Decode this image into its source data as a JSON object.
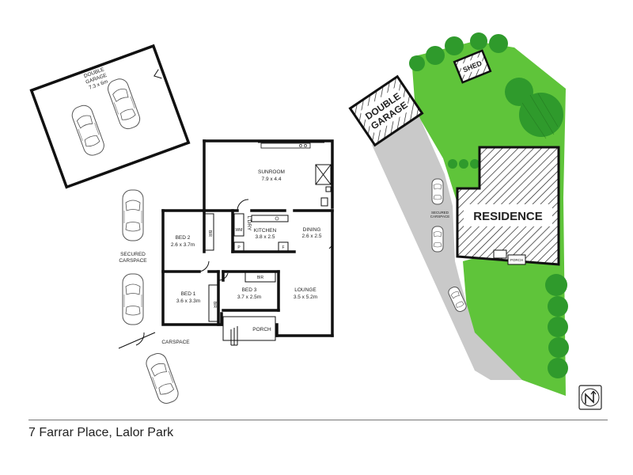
{
  "address": "7 Farrar Place, Lalor Park",
  "floorplan": {
    "garage": {
      "name": "DOUBLE\nGARAGE",
      "line1": "DOUBLE",
      "line2": "GARAGE",
      "size": "7.3 x 6m"
    },
    "sunroom": {
      "name": "SUNROOM",
      "size": "7.9 x 4.4"
    },
    "kitchen": {
      "name": "KITCHEN",
      "size": "3.8 x 2.5"
    },
    "dining": {
      "name": "DINING",
      "size": "2.6 x 2.5"
    },
    "lounge": {
      "name": "LOUNGE",
      "size": "3.5 x 5.2m"
    },
    "bed1": {
      "name": "BED 1",
      "size": "3.6 x 3.3m"
    },
    "bed2": {
      "name": "BED 2",
      "size": "2.6 x 3.7m"
    },
    "bed3": {
      "name": "BED 3",
      "size": "3.7 x 2.5m"
    },
    "porch": "PORCH",
    "ldry": "L'DRY",
    "wm": "WM",
    "bir": "BIR",
    "fridge": "F",
    "pantry": "P",
    "secured_carspace": {
      "line1": "SECURED",
      "line2": "CARSPACE"
    },
    "carspace": "CARSPACE"
  },
  "siteplan": {
    "double_garage": {
      "line1": "DOUBLE",
      "line2": "GARAGE"
    },
    "shed": "SHED",
    "residence": "RESIDENCE",
    "porch": "PORCH",
    "secured_carspace": {
      "line1": "SECURED",
      "line2": "CARSPACE"
    }
  },
  "colors": {
    "lawn": "#5fc43a",
    "driveway": "#c9c9c9",
    "tree": "#2f9a2c",
    "hatch": "#222222"
  },
  "icons": {
    "north": "north-arrow-icon"
  }
}
